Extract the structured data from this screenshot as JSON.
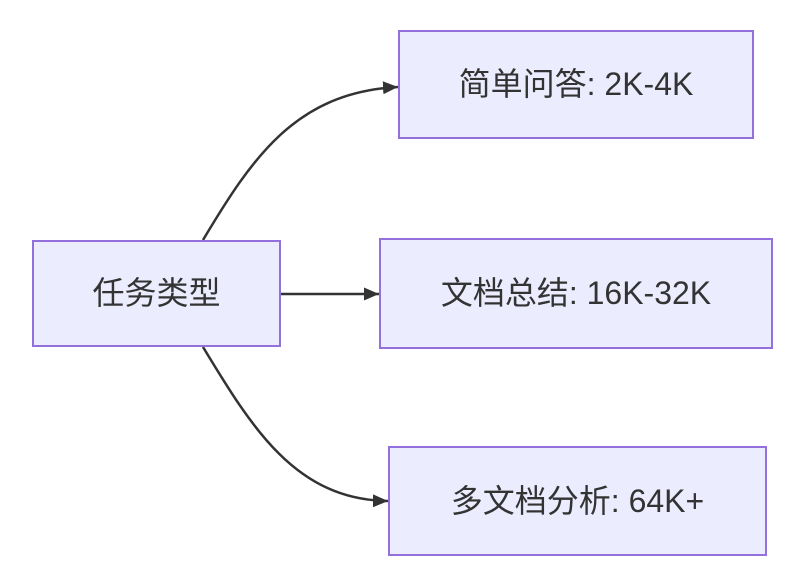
{
  "diagram": {
    "type": "flowchart-left-to-right",
    "root": {
      "id": "task-type",
      "label": "任务类型"
    },
    "children": [
      {
        "id": "simple-qa",
        "label": "简单问答: 2K-4K"
      },
      {
        "id": "doc-summary",
        "label": "文档总结: 16K-32K"
      },
      {
        "id": "multi-doc",
        "label": "多文档分析: 64K+"
      }
    ],
    "edges": [
      {
        "from": "task-type",
        "to": "simple-qa",
        "style": "curved"
      },
      {
        "from": "task-type",
        "to": "doc-summary",
        "style": "straight"
      },
      {
        "from": "task-type",
        "to": "multi-doc",
        "style": "curved"
      }
    ],
    "colors": {
      "background": "#FFFFFF",
      "node_fill": "#ECECFF",
      "node_border": "#9370DB",
      "node_text": "#333333",
      "edge": "#333333"
    }
  }
}
